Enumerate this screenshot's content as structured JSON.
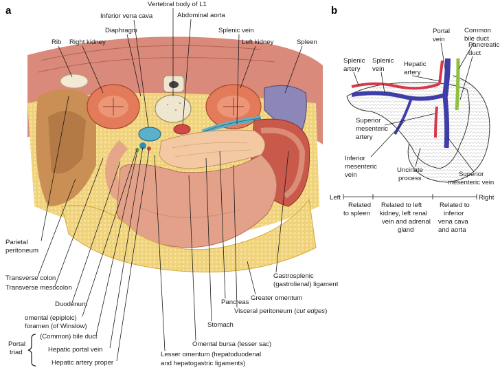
{
  "panel_a": {
    "letter": "a",
    "labels": {
      "vertebral_body": "Vertebral body of L1",
      "inferior_vena_cava": "Inferior vena cava",
      "abdominal_aorta": "Abdominal aorta",
      "diaphragm": "Diaphragm",
      "splenic_vein": "Splenic vein",
      "rib": "Rib",
      "right_kidney": "Right kidney",
      "left_kidney": "Left kidney",
      "spleen": "Spleen",
      "parietal_peritoneum_1": "Parietal",
      "parietal_peritoneum_2": "peritoneum",
      "transverse_colon": "Transverse colon",
      "transverse_mesocolon": "Transverse mesocolon",
      "duodenum": "Duodenum",
      "omental_foramen_1": "omental (epiploic)",
      "omental_foramen_2": "foramen (of Winslow)",
      "portal_triad_1": "Portal",
      "portal_triad_2": "triad",
      "bile_duct": "(Common) bile duct",
      "hepatic_portal_vein": "Hepatic portal vein",
      "hepatic_artery_proper": "Hepatic artery proper",
      "lesser_omentum_1": "Lesser omentum (hepatoduodenal",
      "lesser_omentum_2": "and hepatogastric ligaments)",
      "omental_bursa": "Omental bursa (lesser sac)",
      "stomach": "Stomach",
      "pancreas": "Pancreas",
      "visceral_peritoneum": "Visceral peritoneum (",
      "visceral_peritoneum_italic": "cut edges",
      "visceral_peritoneum_end": ")",
      "greater_omentum": "Greater omentum",
      "gastrosplenic_1": "Gastrosplenic",
      "gastrosplenic_2": "(gastrolienal) ligament"
    }
  },
  "panel_b": {
    "letter": "b",
    "labels": {
      "portal_vein_1": "Portal",
      "portal_vein_2": "vein",
      "common_bile_duct_1": "Common",
      "common_bile_duct_2": "bile duct",
      "splenic_artery_1": "Splenic",
      "splenic_artery_2": "artery",
      "splenic_vein_1": "Splenic",
      "splenic_vein_2": "vein",
      "hepatic_artery_1": "Hepatic",
      "hepatic_artery_2": "artery",
      "pancreatic_duct_1": "Pancreatic",
      "pancreatic_duct_2": "duct",
      "sma_1": "Superior",
      "sma_2": "mesenteric",
      "sma_3": "artery",
      "imv_1": "Inferior",
      "imv_2": "mesenteric",
      "imv_3": "vein",
      "uncinate_1": "Uncinate",
      "uncinate_2": "process",
      "smv_1": "Superior",
      "smv_2": "mesenteric vein",
      "left": "Left",
      "right": "Right",
      "region_left_1": "Related",
      "region_left_2": "to spleen",
      "region_mid_1": "Related to left",
      "region_mid_2": "kidney, left renal",
      "region_mid_3": "vein and adrenal",
      "region_mid_4": "gland",
      "region_right_1": "Related to",
      "region_right_2": "inferior",
      "region_right_3": "vena cava",
      "region_right_4": "and aorta"
    }
  },
  "colors": {
    "muscle": "#d98a7a",
    "fat": "#e8c76a",
    "peritoneum_wash": "#f2c9b4",
    "stomach": "#e3a189",
    "pancreas": "#f2c9a3",
    "vertebra": "#efe6cf",
    "kidney": "#e37b5a",
    "spleen": "#8d86b8",
    "ivc": "#5ab1c9",
    "aorta": "#d24848",
    "vein_blue": "#3f3ea8",
    "artery_red": "#d6384a",
    "duct_green": "#8fc13c"
  }
}
